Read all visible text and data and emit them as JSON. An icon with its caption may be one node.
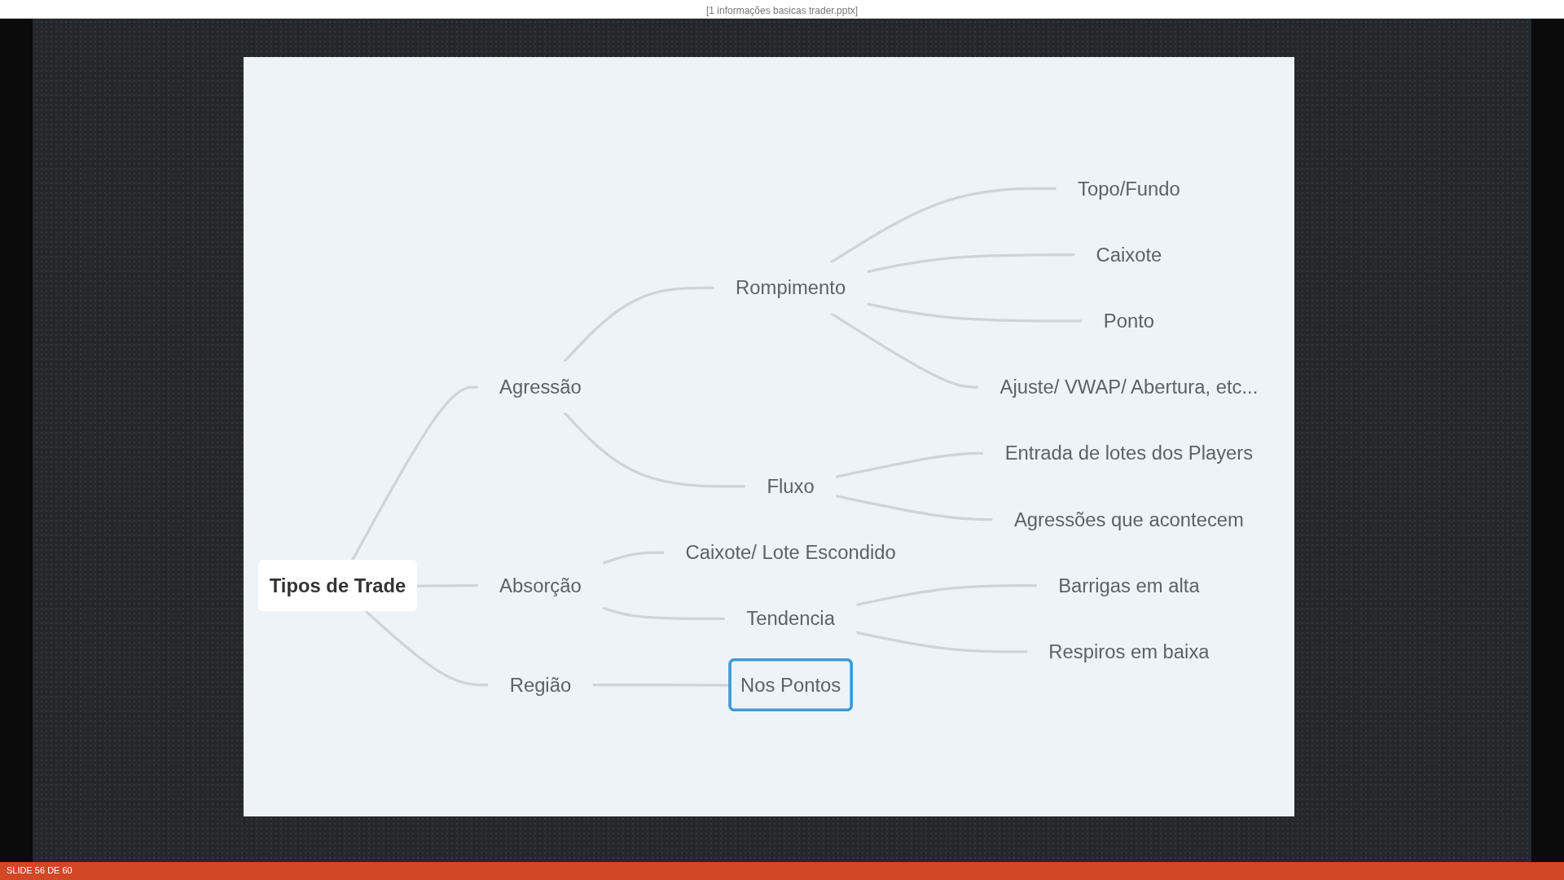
{
  "diagram": {
    "nodes": [
      {
        "text": [
          "Tipos de Trade"
        ]
      },
      {
        "text": [
          "Agressão"
        ]
      },
      {
        "text": [
          "Rompimento"
        ]
      },
      {
        "text": [
          "Topo/Fundo"
        ]
      },
      {
        "text": [
          "Caixote"
        ]
      },
      {
        "text": [
          "Ponto"
        ]
      },
      {
        "text": [
          "Ajuste/ VWAP/ Abertura, etc..."
        ]
      },
      {
        "text": [
          "Fluxo"
        ]
      },
      {
        "text": [
          "Entrada de lotes dos Players"
        ]
      },
      {
        "text": [
          "Agressões que acontecem"
        ]
      },
      {
        "text": [
          "Absorção"
        ]
      },
      {
        "text": [
          "Caixote/ Lote Escondido"
        ]
      },
      {
        "text": [
          "Tendencia"
        ]
      },
      {
        "text": [
          "Barrigas em alta"
        ]
      },
      {
        "text": [
          "Respiros em baixa"
        ]
      },
      {
        "text": [
          "Região"
        ]
      },
      {
        "text": [
          "Nos Pontos"
        ]
      }
    ],
    "edges": [
      {
        "from": 0,
        "to": 1,
        "arrow": "none"
      },
      {
        "from": 1,
        "to": 2,
        "arrow": "none"
      },
      {
        "from": 2,
        "to": 3,
        "arrow": "none"
      },
      {
        "from": 2,
        "to": 4,
        "arrow": "none"
      },
      {
        "from": 2,
        "to": 5,
        "arrow": "none"
      },
      {
        "from": 2,
        "to": 6,
        "arrow": "none"
      },
      {
        "from": 1,
        "to": 7,
        "arrow": "none"
      },
      {
        "from": 7,
        "to": 8,
        "arrow": "none"
      },
      {
        "from": 7,
        "to": 9,
        "arrow": "none"
      },
      {
        "from": 0,
        "to": 10,
        "arrow": "none"
      },
      {
        "from": 10,
        "to": 11,
        "arrow": "none"
      },
      {
        "from": 10,
        "to": 12,
        "arrow": "none"
      },
      {
        "from": 12,
        "to": 13,
        "arrow": "none"
      },
      {
        "from": 12,
        "to": 14,
        "arrow": "none"
      },
      {
        "from": 0,
        "to": 15,
        "arrow": "none"
      },
      {
        "from": 15,
        "to": 16,
        "arrow": "none"
      }
    ],
    "labels": [
      "[1 informações basicas trader.pptx]",
      "SLIDE 56 DE 60"
    ]
  }
}
